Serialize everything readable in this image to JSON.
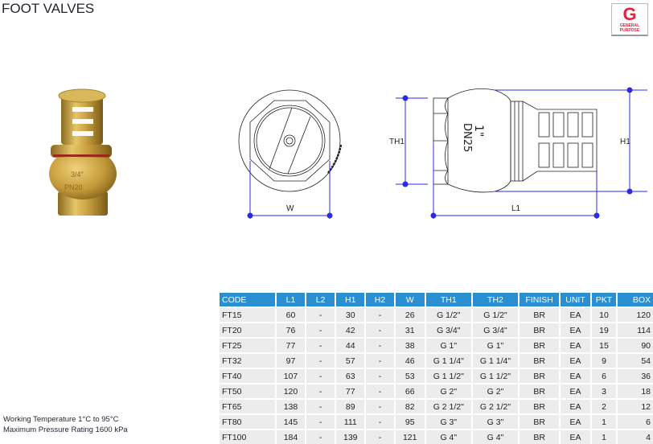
{
  "page": {
    "title": "FOOT VALVES"
  },
  "logo": {
    "letter": "G",
    "text_line1": "GENERAL",
    "text_line2": "PURPOSE",
    "color": "#e8213a"
  },
  "drawing": {
    "label_w": "W",
    "label_th1": "TH1",
    "label_h1": "H1",
    "label_l1": "L1",
    "body_marking_size": "1\"",
    "body_marking_dn": "DN25",
    "accent": "#2b2be0"
  },
  "photo": {
    "marking1": "3/4\"",
    "marking2": "PN20"
  },
  "table": {
    "header_color": "#2a8fd0",
    "columns": [
      "CODE",
      "L1",
      "L2",
      "H1",
      "H2",
      "W",
      "TH1",
      "TH2",
      "FINISH",
      "UNIT",
      "PKT",
      "BOX"
    ],
    "rows": [
      [
        "FT15",
        "60",
        "-",
        "30",
        "-",
        "26",
        "G 1/2\"",
        "G 1/2\"",
        "BR",
        "EA",
        "10",
        "120"
      ],
      [
        "FT20",
        "76",
        "-",
        "42",
        "-",
        "31",
        "G 3/4\"",
        "G 3/4\"",
        "BR",
        "EA",
        "19",
        "114"
      ],
      [
        "FT25",
        "77",
        "-",
        "44",
        "-",
        "38",
        "G 1\"",
        "G 1\"",
        "BR",
        "EA",
        "15",
        "90"
      ],
      [
        "FT32",
        "97",
        "-",
        "57",
        "-",
        "46",
        "G 1 1/4\"",
        "G 1 1/4\"",
        "BR",
        "EA",
        "9",
        "54"
      ],
      [
        "FT40",
        "107",
        "-",
        "63",
        "-",
        "53",
        "G 1 1/2\"",
        "G 1 1/2\"",
        "BR",
        "EA",
        "6",
        "36"
      ],
      [
        "FT50",
        "120",
        "-",
        "77",
        "-",
        "66",
        "G 2\"",
        "G 2\"",
        "BR",
        "EA",
        "3",
        "18"
      ],
      [
        "FT65",
        "138",
        "-",
        "89",
        "-",
        "82",
        "G 2 1/2\"",
        "G 2 1/2\"",
        "BR",
        "EA",
        "2",
        "12"
      ],
      [
        "FT80",
        "145",
        "-",
        "111",
        "-",
        "95",
        "G 3\"",
        "G 3\"",
        "BR",
        "EA",
        "1",
        "6"
      ],
      [
        "FT100",
        "184",
        "-",
        "139",
        "-",
        "121",
        "G 4\"",
        "G 4\"",
        "BR",
        "EA",
        "1",
        "4"
      ]
    ]
  },
  "notes": {
    "working_temp": "Working Temperature  1°C to 95°C",
    "max_pressure": "Maximum Pressure Rating  1600 kPa"
  }
}
